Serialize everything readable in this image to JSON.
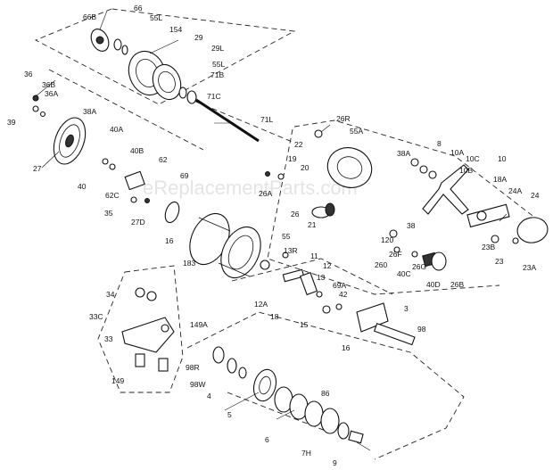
{
  "watermark": "eReplacementParts.com",
  "labels": [
    "66B",
    "66",
    "55L",
    "154",
    "29",
    "29L",
    "55L",
    "71B",
    "71C",
    "71L",
    "36",
    "36B",
    "36A",
    "38A",
    "39",
    "27",
    "40A",
    "40B",
    "62",
    "40",
    "62C",
    "69",
    "35",
    "27D",
    "16",
    "26R",
    "55A",
    "22",
    "19",
    "20",
    "26A",
    "26",
    "21",
    "38A",
    "8",
    "10A",
    "10C",
    "10B",
    "10",
    "18A",
    "24A",
    "24",
    "38",
    "120",
    "26F",
    "260",
    "40C",
    "26G",
    "40D",
    "26B",
    "23B",
    "23",
    "23A",
    "55",
    "13R",
    "183",
    "11",
    "12",
    "12A",
    "18",
    "13",
    "69A",
    "42",
    "15",
    "3",
    "16",
    "98",
    "34",
    "33C",
    "149A",
    "33",
    "149",
    "98R",
    "98W",
    "4",
    "86",
    "5",
    "6",
    "7H",
    "9"
  ]
}
